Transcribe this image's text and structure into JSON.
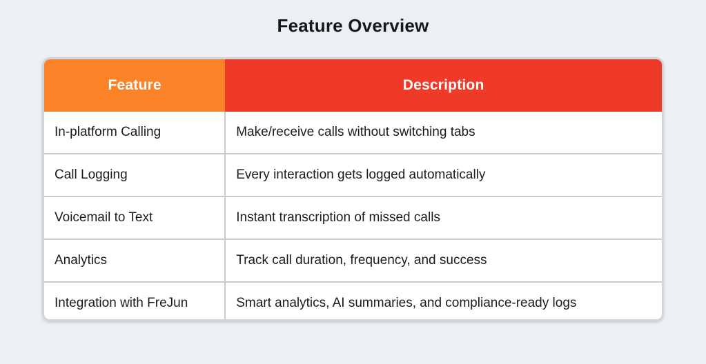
{
  "page": {
    "title": "Feature Overview",
    "background_color": "#eceff4",
    "text_color": "#17181c"
  },
  "table": {
    "header": {
      "feature_label": "Feature",
      "description_label": "Description",
      "feature_bg_color": "#fb8227",
      "description_bg_color": "#ef3a29",
      "text_color": "#ffffff"
    },
    "columns": [
      "Feature",
      "Description"
    ],
    "rows": [
      {
        "feature": "In-platform Calling",
        "description": "Make/receive calls without switching tabs"
      },
      {
        "feature": "Call Logging",
        "description": "Every interaction gets logged automatically"
      },
      {
        "feature": "Voicemail to Text",
        "description": "Instant transcription of missed calls"
      },
      {
        "feature": "Analytics",
        "description": "Track call duration, frequency, and success"
      },
      {
        "feature": "Integration with FreJun",
        "description": "Smart analytics, AI summaries, and compliance-ready logs"
      }
    ],
    "border_color": "#d2d5da",
    "divider_color": "#cbcbcb"
  }
}
